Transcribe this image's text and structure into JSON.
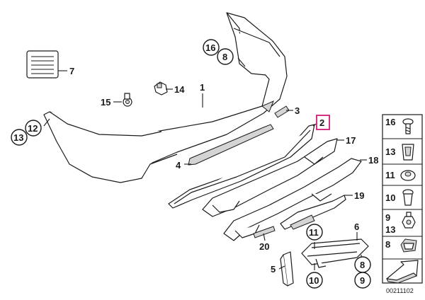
{
  "callouts": {
    "c1": "1",
    "c2": "2",
    "c3": "3",
    "c4": "4",
    "c5": "5",
    "c6": "6",
    "c7": "7",
    "c8a": "8",
    "c8b": "8",
    "c9": "9",
    "c10": "10",
    "c11": "11",
    "c12": "12",
    "c13": "13",
    "c14": "14",
    "c15": "15",
    "c16": "16",
    "c17": "17",
    "c18": "18",
    "c19": "19",
    "c20": "20"
  },
  "legend": {
    "l16": "16",
    "l13a": "13",
    "l11": "11",
    "l10": "10",
    "l9": "9",
    "l13b": "13",
    "l8": "8"
  },
  "part_code": "00211102"
}
